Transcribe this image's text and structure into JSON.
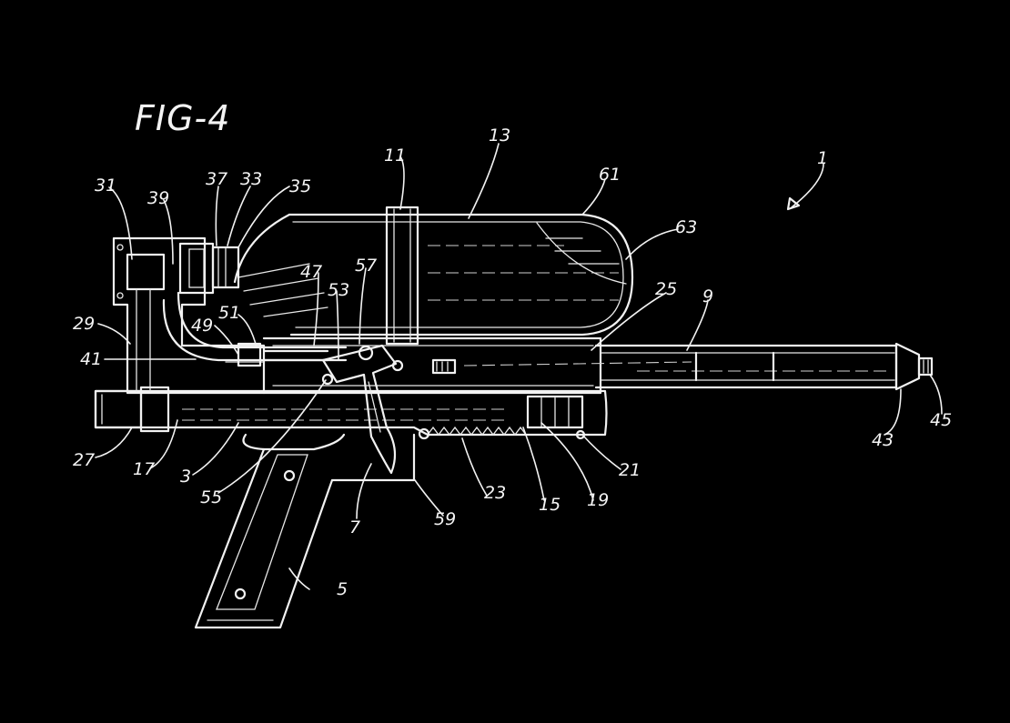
{
  "figure": {
    "title": "FIG-4",
    "colors": {
      "background": "#000000",
      "ink": "#f2f2f2"
    },
    "reference_numerals": [
      "1",
      "3",
      "5",
      "7",
      "9",
      "11",
      "13",
      "15",
      "17",
      "19",
      "21",
      "23",
      "25",
      "27",
      "29",
      "31",
      "33",
      "35",
      "37",
      "39",
      "41",
      "43",
      "45",
      "47",
      "49",
      "51",
      "53",
      "55",
      "57",
      "59",
      "61",
      "63"
    ]
  }
}
